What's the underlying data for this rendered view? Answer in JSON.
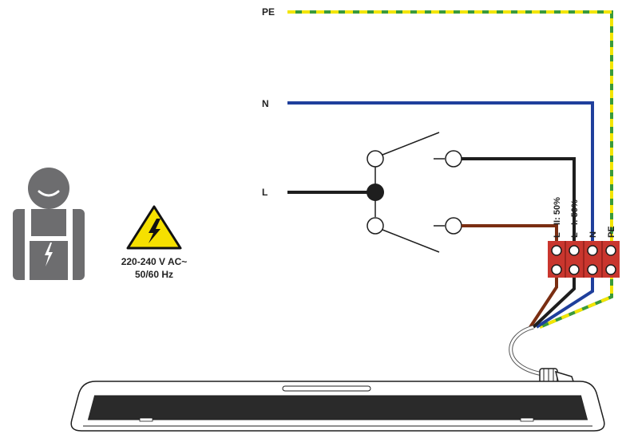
{
  "wires": {
    "pe_label": "PE",
    "n_label": "N",
    "l_label": "L"
  },
  "terminals": {
    "t1": "L",
    "t2": "L",
    "t3": "N",
    "t4": "PE",
    "stage2": "II: 50%",
    "stage1": "I: 50%"
  },
  "supply": {
    "voltage": "220-240 V AC~",
    "frequency": "50/60 Hz"
  },
  "colors": {
    "phase": "#1e1e1e",
    "neutral": "#1f3f9c",
    "earth_green": "#3a9a3a",
    "earth_yellow": "#f3e500",
    "brown": "#7a2e12",
    "terminal_red": "#c9362e",
    "electrician_grey": "#6d6d6f",
    "warning_yellow": "#f5e000"
  },
  "icons": [
    "electrician-icon",
    "high-voltage-warning-icon",
    "heater-device-icon",
    "two-stage-switch-icon"
  ]
}
